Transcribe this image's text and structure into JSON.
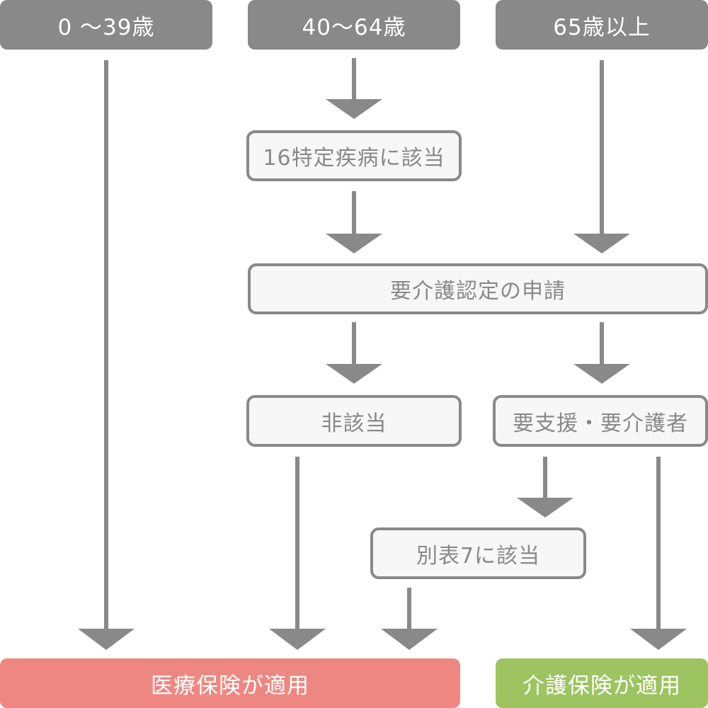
{
  "colors": {
    "line": "#898989",
    "age_box": "#898989",
    "step_border": "#898989",
    "step_fill": "#f7f7f7",
    "medical": "#ee8781",
    "care": "#9dc460",
    "text_light": "#ffffff",
    "text_dark": "#898989"
  },
  "ages": {
    "young": "0 ～39歳",
    "middle": "40～64歳",
    "senior": "65歳以上"
  },
  "steps": {
    "disease": "16特定疾病に該当",
    "application": "要介護認定の申請",
    "not_applicable": "非該当",
    "certified": "要支援・要介護者",
    "table7": "別表7に該当"
  },
  "results": {
    "medical": "医療保険が適用",
    "care": "介護保険が適用"
  }
}
